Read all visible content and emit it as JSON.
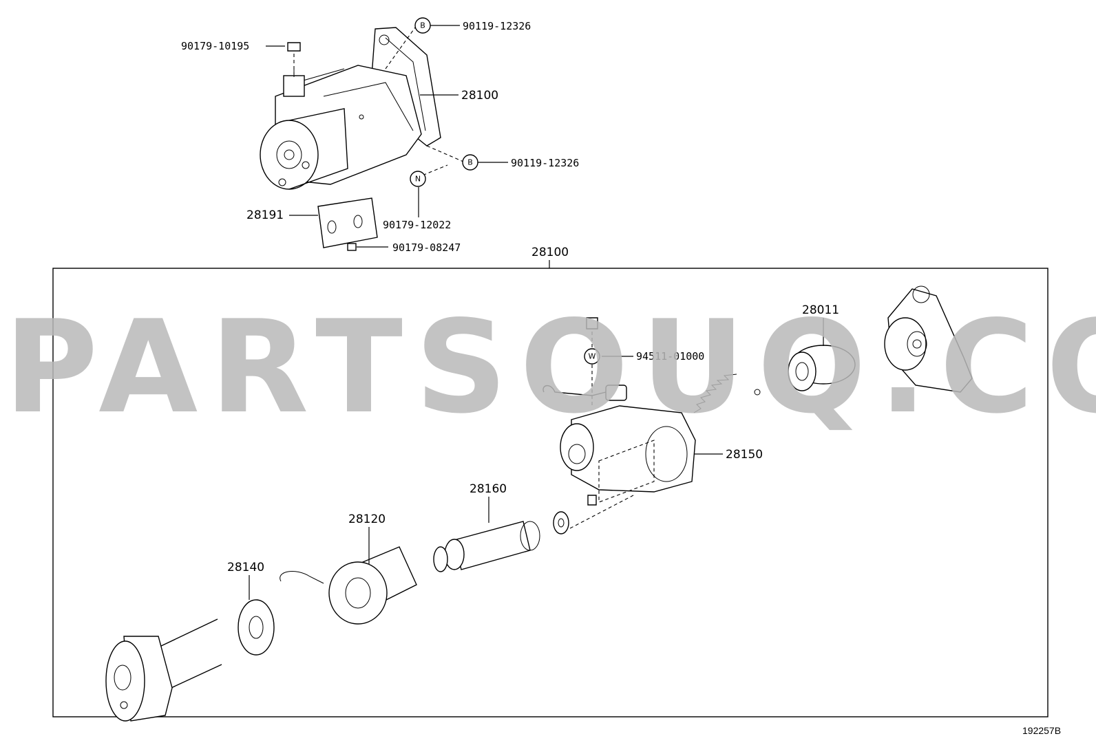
{
  "watermark": "PARTSOUQ.COM",
  "figure_id": "192257B",
  "callouts": {
    "bolt_top": "90119-12326",
    "bolt_mid": "90119-12326",
    "nut_top": "90179-10195",
    "nut_n": "90179-12022",
    "nut_bottom": "90179-08247",
    "bracket": "28191",
    "starter_assy": "28100",
    "group_box": "28100",
    "clutch": "28011",
    "wire_nut": "94511-01000",
    "housing": "28150",
    "armature": "28160",
    "yoke": "28120",
    "brush_holder": "28140"
  },
  "markers": {
    "B": "B",
    "N": "N",
    "W": "W"
  }
}
